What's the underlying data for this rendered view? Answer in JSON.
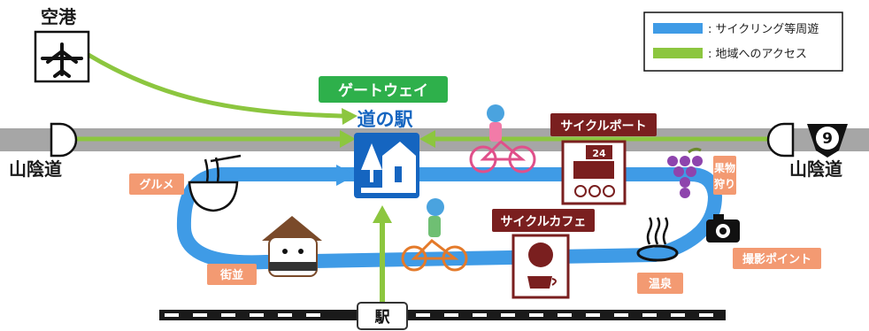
{
  "colors": {
    "cycling_route": "#3f9be6",
    "access_route": "#8cc63f",
    "expressway": "#a6a6a6",
    "station_blue": "#1565c0",
    "orange_tag": "#f39a72",
    "dark_tag": "#7a1f1f",
    "gateway_green": "#2eb04b"
  },
  "legend": {
    "cycling": ": サイクリング等周遊",
    "access": ": 地域へのアクセス"
  },
  "labels": {
    "airport": "空港",
    "gateway": "ゲートウェイ",
    "michi_no_eki": "道の駅",
    "sanin_left": "山陰道",
    "sanin_right": "山陰道",
    "route_number": "9",
    "cycle_port": "サイクルポート",
    "cycle_port_sign": "24",
    "cycle_cafe": "サイクルカフェ",
    "gourmet": "グルメ",
    "townscape": "街並",
    "fruit_picking_1": "果物",
    "fruit_picking_2": "狩り",
    "photo_point": "撮影ポイント",
    "hot_spring": "温泉",
    "station": "駅"
  }
}
